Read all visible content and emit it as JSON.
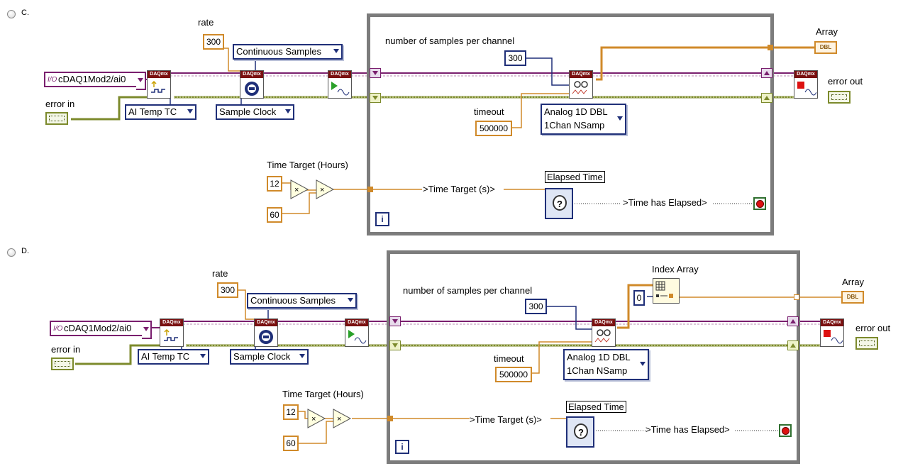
{
  "options": [
    {
      "label": "C.",
      "rate_label": "rate",
      "rate_value": "300",
      "sample_mode": "Continuous Samples",
      "channel": "cDAQ1Mod2/ai0",
      "error_in": "error in",
      "error_out": "error out",
      "channel_type": "AI Temp TC",
      "timing_type": "Sample Clock",
      "samples_label": "number of samples per channel",
      "samples_value": "300",
      "timeout_label": "timeout",
      "timeout_value": "500000",
      "read_mode_line1": "Analog 1D DBL",
      "read_mode_line2": "1Chan NSamp",
      "array_label": "Array",
      "array_type": "DBL",
      "time_target_label": "Time Target (Hours)",
      "const_12": "12",
      "const_60": "60",
      "time_target_s": ">Time Target (s)>",
      "elapsed_label": "Elapsed Time",
      "time_elapsed": ">Time has Elapsed>",
      "iteration": "i",
      "vi_header": "DAQmx"
    },
    {
      "label": "D.",
      "rate_label": "rate",
      "rate_value": "300",
      "sample_mode": "Continuous Samples",
      "channel": "cDAQ1Mod2/ai0",
      "error_in": "error in",
      "error_out": "error out",
      "channel_type": "AI Temp TC",
      "timing_type": "Sample Clock",
      "samples_label": "number of samples per channel",
      "samples_value": "300",
      "timeout_label": "timeout",
      "timeout_value": "500000",
      "read_mode_line1": "Analog 1D DBL",
      "read_mode_line2": "1Chan NSamp",
      "index_label": "Index Array",
      "index_const": "0",
      "array_label": "Array",
      "array_type": "DBL",
      "time_target_label": "Time Target (Hours)",
      "const_12": "12",
      "const_60": "60",
      "time_target_s": ">Time Target (s)>",
      "elapsed_label": "Elapsed Time",
      "time_elapsed": ">Time has Elapsed>",
      "iteration": "i",
      "vi_header": "DAQmx"
    }
  ],
  "colors": {
    "task_wire": "#7a1f6e",
    "error_wire": "#7c8a2c",
    "numeric_wire": "#d08a2a",
    "int_wire": "#1f2f78",
    "loop_border": "#7c7c7c"
  }
}
